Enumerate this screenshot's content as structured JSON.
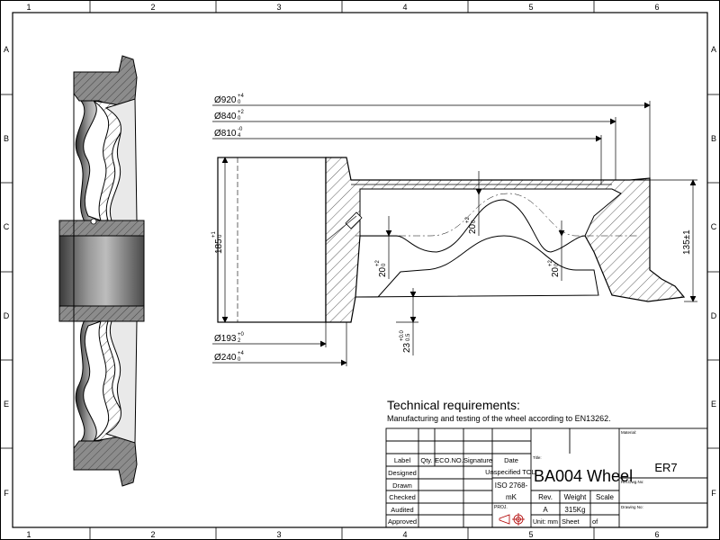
{
  "border": {
    "columns": [
      "1",
      "2",
      "3",
      "4",
      "5",
      "6"
    ],
    "rows": [
      "A",
      "B",
      "C",
      "D",
      "E",
      "F"
    ]
  },
  "dimensions": {
    "d920": {
      "value": "Ø920",
      "tol_upper": "+4",
      "tol_lower": "0"
    },
    "d840": {
      "value": "Ø840",
      "tol_upper": "+2",
      "tol_lower": "0"
    },
    "d810": {
      "value": "Ø810",
      "tol_upper": "-0",
      "tol_lower": "4"
    },
    "d193": {
      "value": "Ø193",
      "tol_upper": "+0",
      "tol_lower": "2"
    },
    "d240": {
      "value": "Ø240",
      "tol_upper": "+4",
      "tol_lower": "0"
    },
    "h185": {
      "value": "185",
      "tol_upper": "+1",
      "tol_lower": "0"
    },
    "h135": {
      "value": "135±1"
    },
    "t20_top": {
      "value": "20",
      "tol_upper": "+2",
      "tol_lower": "0"
    },
    "t20_left": {
      "value": "20",
      "tol_upper": "+2",
      "tol_lower": "0"
    },
    "t20_right": {
      "value": "20",
      "tol_upper": "+2",
      "tol_lower": "0"
    },
    "h23": {
      "value": "23",
      "tol_upper": "+0.0",
      "tol_lower": "0.5"
    }
  },
  "requirements": {
    "heading": "Technical requirements:",
    "text": "Manufacturing and testing of the wheel according to EN13262."
  },
  "title_block": {
    "headers": {
      "label": "Label",
      "qty": "Qty.",
      "eco": "ECO.NO.",
      "signature": "Signature",
      "date": "Date"
    },
    "roles": [
      "Designed",
      "Drawn",
      "Checked",
      "Audited",
      "Approved"
    ],
    "unspecified_tol": "Unspecified TOL.",
    "iso_line1": "ISO 2768-",
    "iso_line2": "mK",
    "proj": "PROJ.",
    "title_label": "Title:",
    "title": "BA004 Wheel",
    "material_label": "Material:",
    "material": "ER7",
    "ref_label": "Ref.Dwg.No:",
    "drawing_label": "Drawing No:",
    "rev_label": "Rev.",
    "weight_label": "Weight",
    "scale_label": "Scale",
    "rev": "A",
    "weight": "315Kg",
    "unit_label": "Unit: mm",
    "sheet_label": "Sheet",
    "of_label": "of"
  }
}
